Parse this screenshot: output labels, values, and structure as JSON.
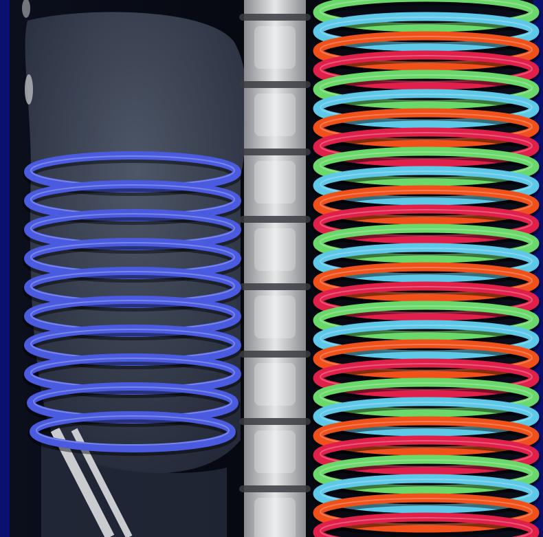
{
  "image": {
    "description_tags": [
      "ct-scan",
      "spine",
      "helical-coils"
    ],
    "colors": {
      "border": "#0a1070",
      "background": "#04060f",
      "tissue": "#4a5466",
      "bone": "#d8dadc",
      "coil_left": "#4a5be0",
      "coil_cyan": "#5ec8e8",
      "coil_green": "#6ad86a",
      "coil_orange": "#f0501a",
      "coil_red": "#e0204a"
    }
  }
}
